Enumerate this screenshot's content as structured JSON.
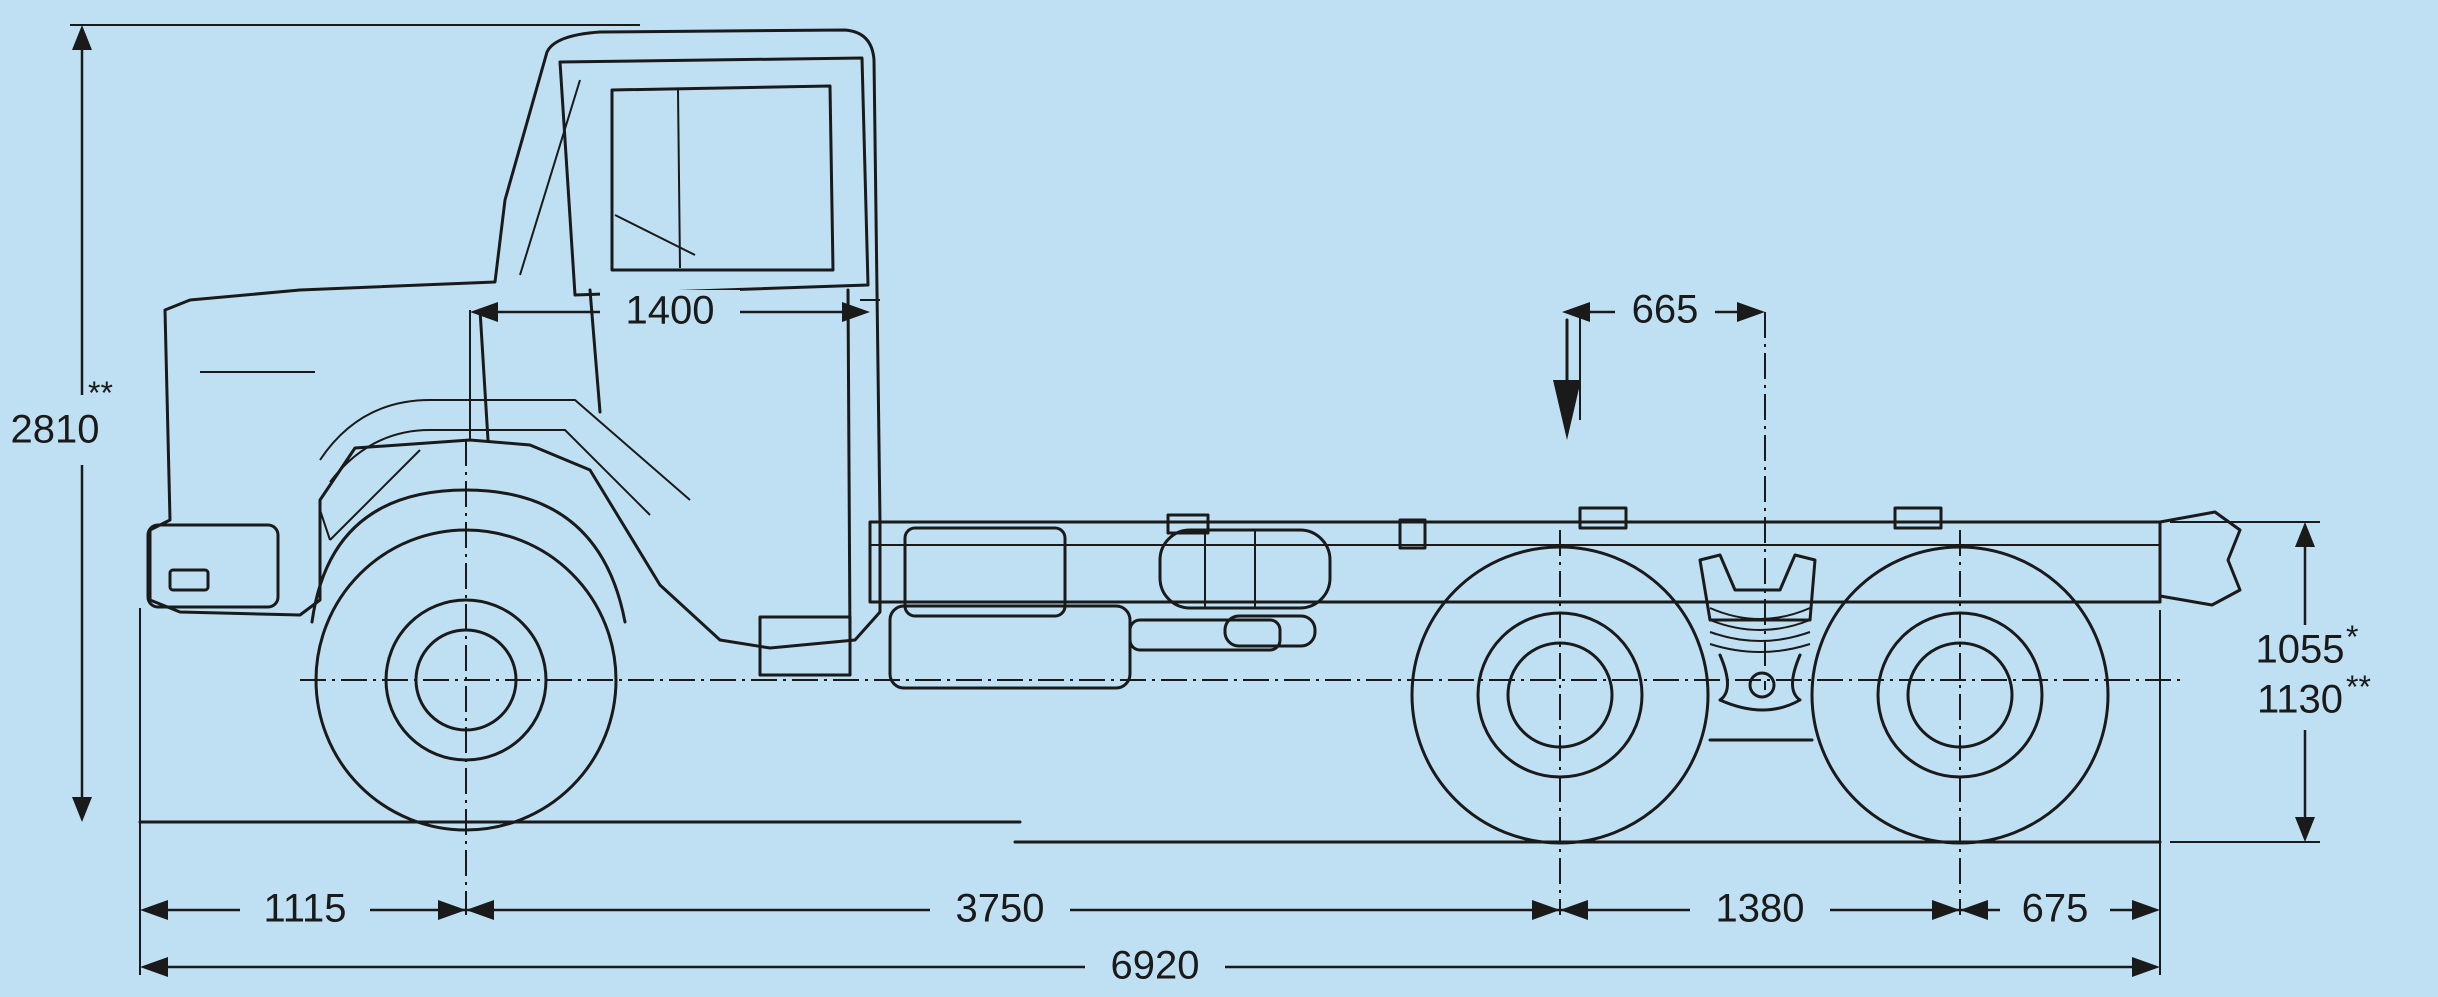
{
  "dimensions": {
    "overall_height": "2810",
    "overall_height_note": "**",
    "cab_length": "1400",
    "kingpin_offset": "665",
    "front_overhang": "1115",
    "wheelbase": "3750",
    "bogie_spacing": "1380",
    "rear_overhang": "675",
    "overall_length": "6920",
    "fifth_wheel_height_1": "1055",
    "fifth_wheel_height_1_note": "*",
    "fifth_wheel_height_2": "1130",
    "fifth_wheel_height_2_note": "**"
  },
  "colors": {
    "background": "#bfe0f3",
    "line": "#1a1a1a"
  }
}
